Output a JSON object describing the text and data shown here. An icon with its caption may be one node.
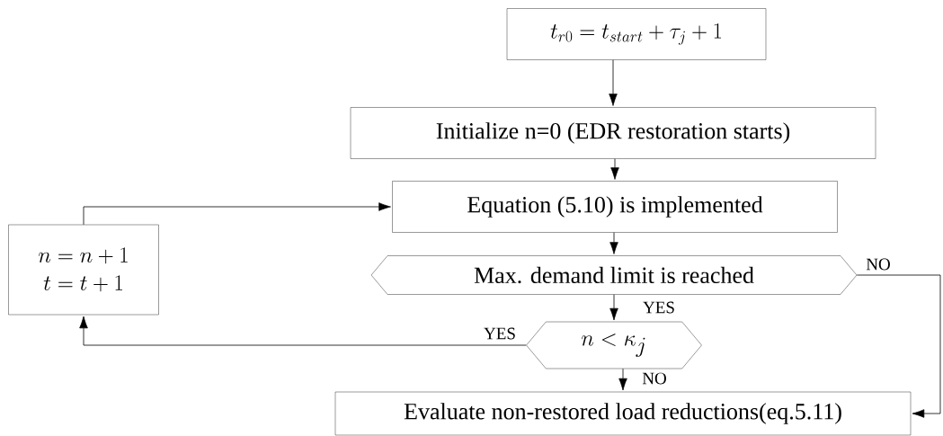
{
  "diagram": {
    "nodes": [
      {
        "text": [
          "t_{r0}=t_{start}+\\tau_{j}+1"
        ]
      },
      {
        "text": [
          "Initialize n=0 (EDR restoration starts)"
        ]
      },
      {
        "text": [
          "Equation (5.10) is implemented"
        ]
      },
      {
        "text": [
          "Max. demand limit is reached"
        ]
      },
      {
        "text": [
          "n<\\kappa_{j}"
        ]
      },
      {
        "text": [
          "n=n+1",
          "t=t+1"
        ]
      },
      {
        "text": [
          "Evaluate non-restored load reductions(eq.5.11)"
        ]
      }
    ],
    "edges": [
      {
        "from": 0,
        "to": 1,
        "arrow": "to"
      },
      {
        "from": 1,
        "to": 2,
        "arrow": "to"
      },
      {
        "from": 2,
        "to": 3,
        "arrow": "to"
      },
      {
        "from": 3,
        "to": 4,
        "arrow": "to",
        "label": "YES"
      },
      {
        "from": 4,
        "to": 5,
        "arrow": "to",
        "label": "YES"
      },
      {
        "from": 5,
        "to": 2,
        "arrow": "to"
      },
      {
        "from": 4,
        "to": 6,
        "arrow": "to",
        "label": "NO"
      },
      {
        "from": 3,
        "to": 6,
        "arrow": "to",
        "label": "NO"
      }
    ]
  }
}
